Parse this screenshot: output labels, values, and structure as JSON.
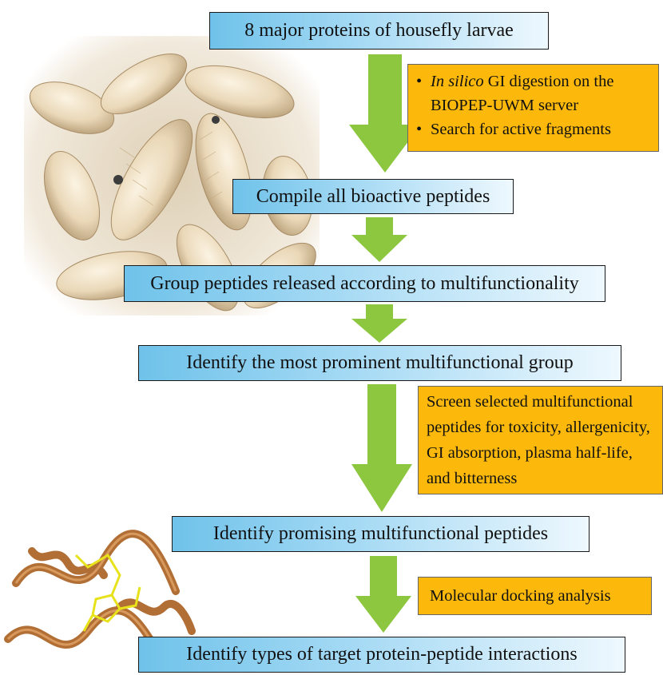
{
  "steps": [
    "8 major proteins of housefly larvae",
    "Compile all bioactive peptides",
    "Group peptides released according to multifunctionality",
    "Identify the most prominent multifunctional group",
    "Identify promising multifunctional peptides",
    "Identify types of target protein-peptide interactions"
  ],
  "notes": {
    "n1_item1_italic": "In silico",
    "n1_item1_rest": " GI digestion on the BIOPEP-UWM server",
    "n1_item2": "Search for active fragments",
    "n2": "Screen selected multifunctional peptides for toxicity, allergenicity, GI absorption, plasma half-life, and bitterness",
    "n3": "Molecular docking analysis"
  },
  "colors": {
    "step_gradient_start": "#6fc2ea",
    "step_gradient_end": "#eef8fe",
    "note_fill": "#fcb90c",
    "arrow_fill": "#8dc63f"
  },
  "images": {
    "larvae_photo": "housefly larvae photo",
    "protein_model": "protein-peptide docking ribbon model"
  }
}
